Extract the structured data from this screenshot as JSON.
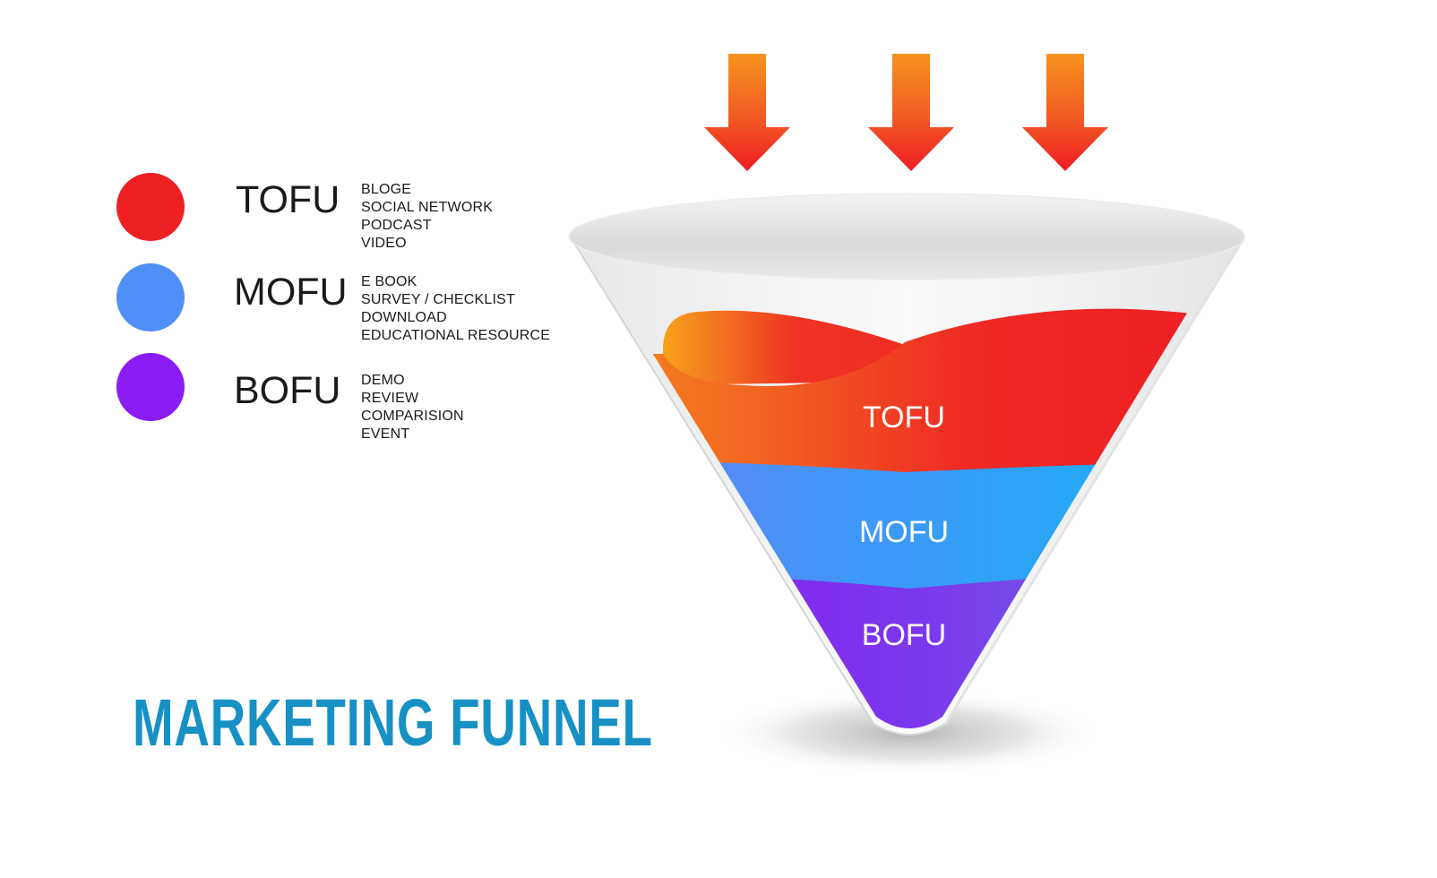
{
  "title": "MARKETING FUNNEL",
  "colors": {
    "title": "#1791c4",
    "tofu": "#ee2024",
    "mofu": "#4f8ff7",
    "bofu": "#8b1cf6",
    "arrow_top": "#f7931e",
    "arrow_bottom": "#ee1c24"
  },
  "legend": [
    {
      "key": "tofu",
      "label": "TOFU",
      "color_name": "red",
      "items": [
        "BLOGE",
        "SOCIAL NETWORK",
        "PODCAST",
        "VIDEO"
      ]
    },
    {
      "key": "mofu",
      "label": "MOFU",
      "color_name": "blue",
      "items": [
        "E BOOK",
        "SURVEY / CHECKLIST",
        "DOWNLOAD",
        "EDUCATIONAL RESOURCE"
      ]
    },
    {
      "key": "bofu",
      "label": "BOFU",
      "color_name": "purple",
      "items": [
        "DEMO",
        "REVIEW",
        "COMPARISION",
        "EVENT"
      ]
    }
  ],
  "funnel": {
    "stages": [
      {
        "label": "TOFU"
      },
      {
        "label": "MOFU"
      },
      {
        "label": "BOFU"
      }
    ],
    "arrows": [
      {
        "icon": "arrow-down-icon"
      },
      {
        "icon": "arrow-down-icon"
      },
      {
        "icon": "arrow-down-icon"
      }
    ]
  }
}
